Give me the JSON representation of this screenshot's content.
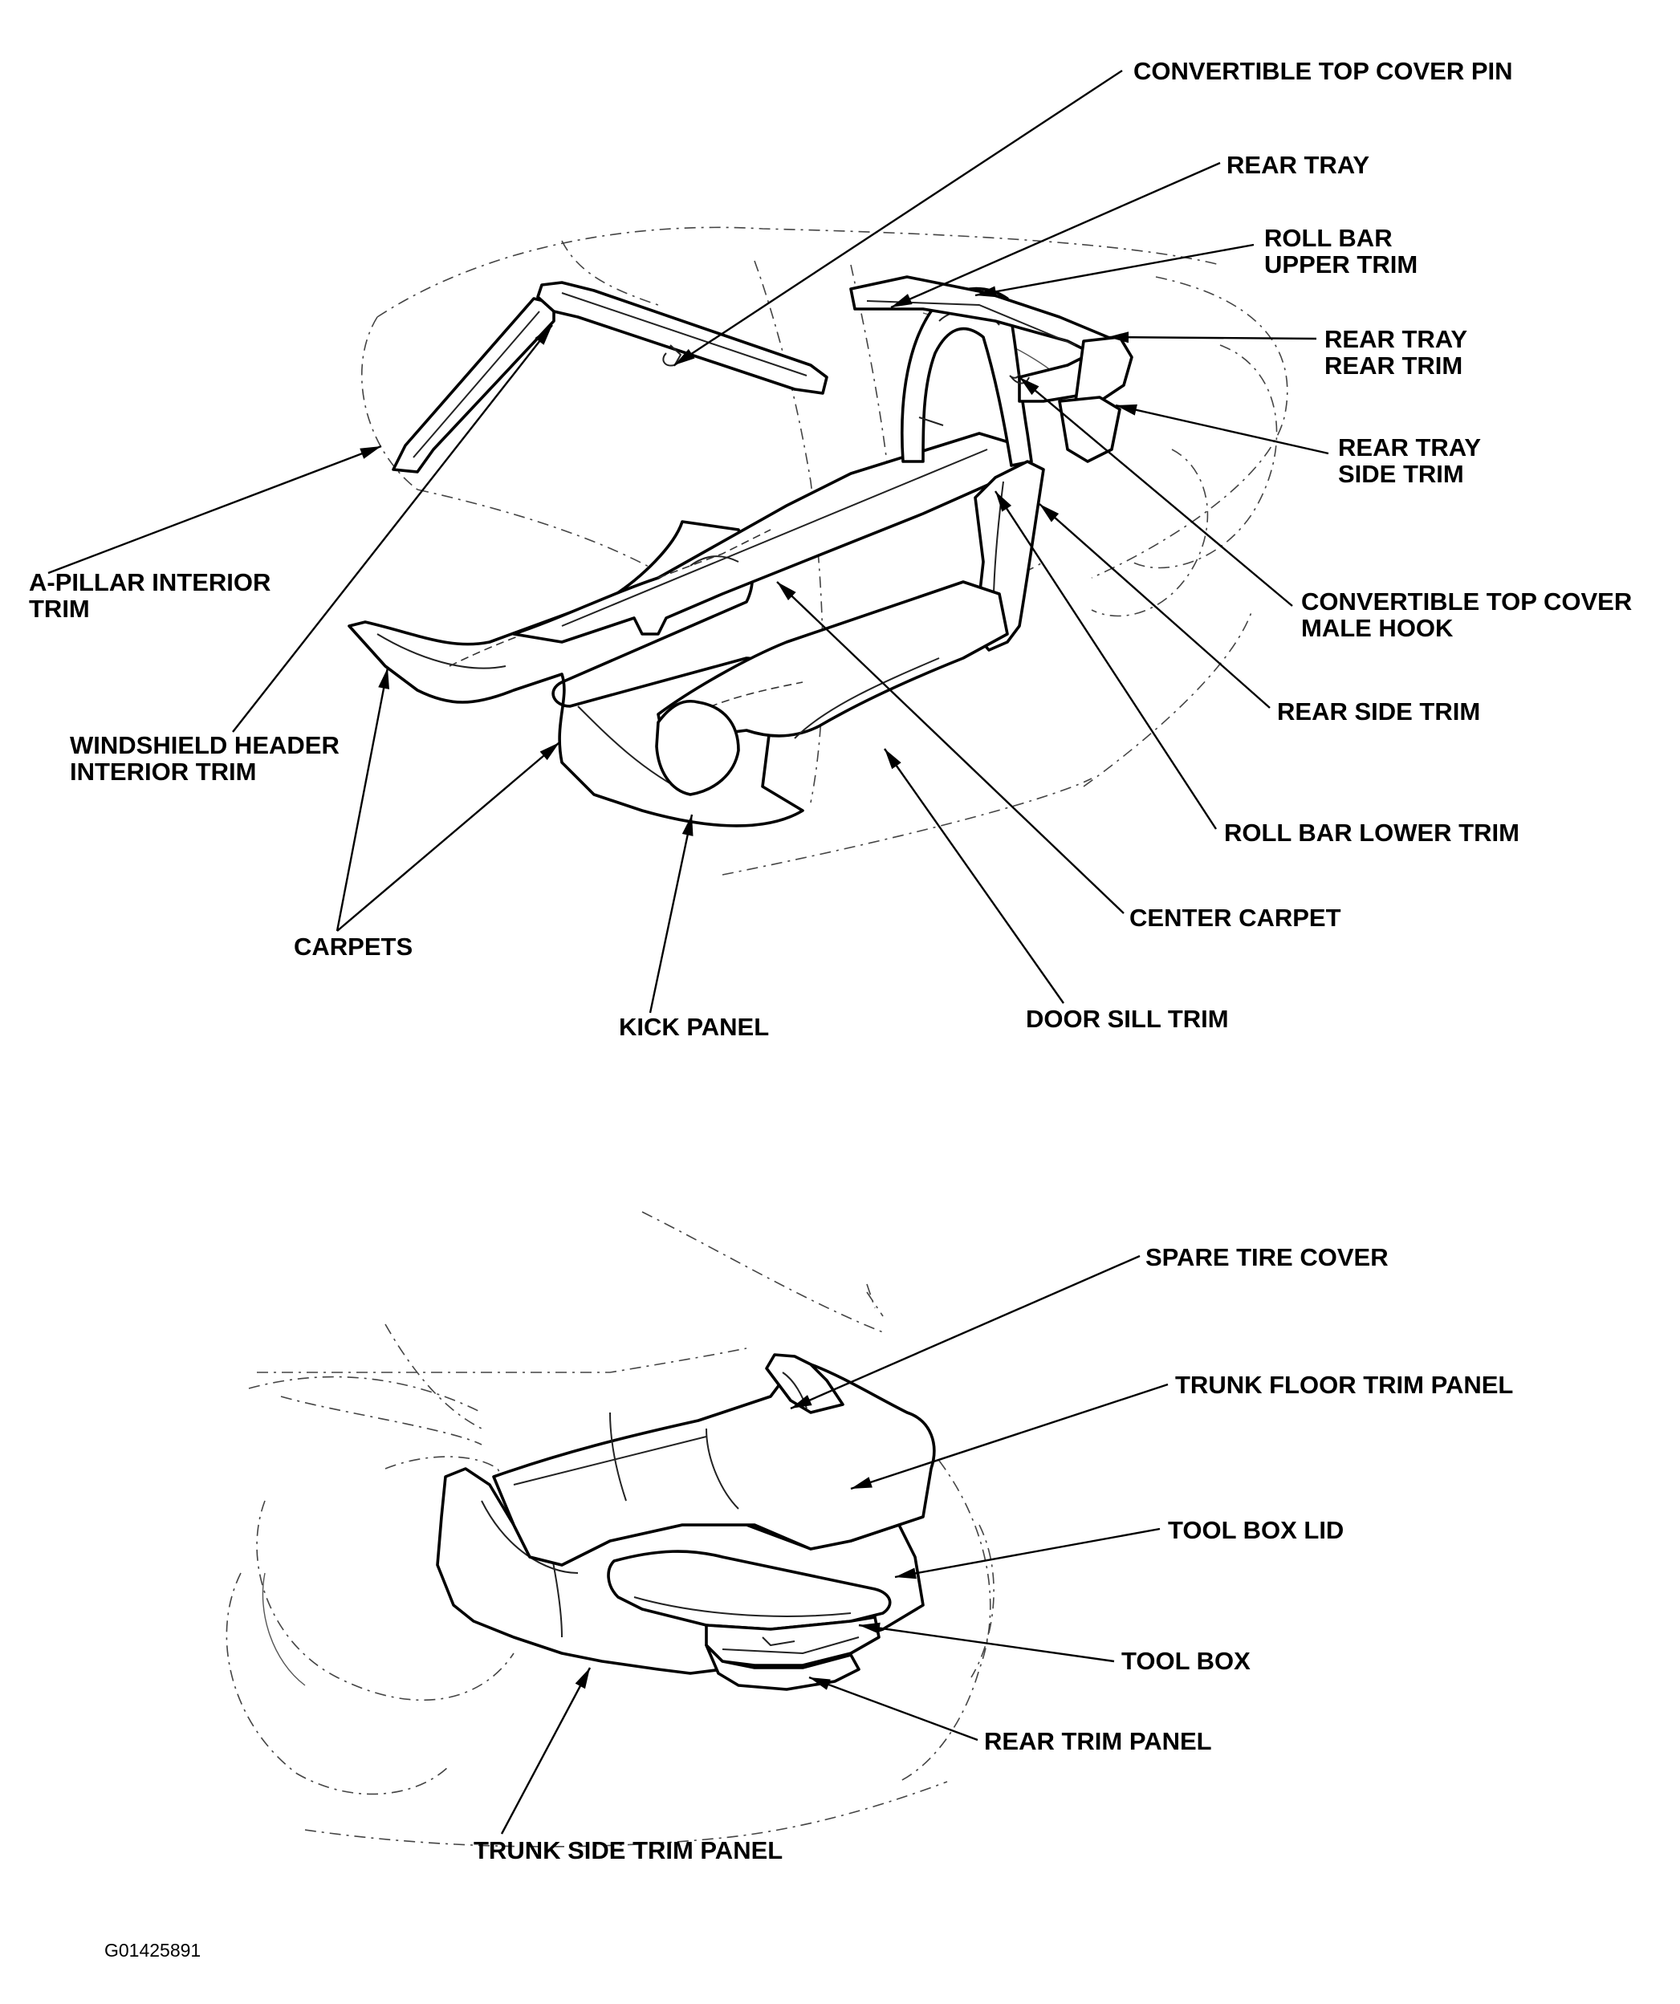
{
  "figure_code": "G01425891",
  "labels": {
    "convertible_top_cover_pin": "CONVERTIBLE TOP COVER PIN",
    "rear_tray": "REAR TRAY",
    "roll_bar_upper_trim": [
      "ROLL BAR",
      "UPPER TRIM"
    ],
    "rear_tray_rear_trim": [
      "REAR TRAY",
      "REAR TRIM"
    ],
    "rear_tray_side_trim": [
      "REAR TRAY",
      "SIDE TRIM"
    ],
    "a_pillar_interior_trim": [
      "A-PILLAR INTERIOR",
      "TRIM"
    ],
    "convertible_top_cover_male_hook": [
      "CONVERTIBLE TOP COVER",
      "MALE HOOK"
    ],
    "windshield_header_interior_trim": [
      "WINDSHIELD HEADER",
      "INTERIOR TRIM"
    ],
    "rear_side_trim": "REAR SIDE TRIM",
    "roll_bar_lower_trim": "ROLL BAR LOWER TRIM",
    "carpets": "CARPETS",
    "center_carpet": "CENTER CARPET",
    "kick_panel": "KICK PANEL",
    "door_sill_trim": "DOOR SILL TRIM",
    "spare_tire_cover": "SPARE TIRE COVER",
    "trunk_floor_trim_panel": "TRUNK FLOOR TRIM PANEL",
    "tool_box_lid": "TOOL BOX LID",
    "tool_box": "TOOL BOX",
    "rear_trim_panel": "REAR TRIM PANEL",
    "trunk_side_trim_panel": "TRUNK SIDE TRIM PANEL"
  }
}
